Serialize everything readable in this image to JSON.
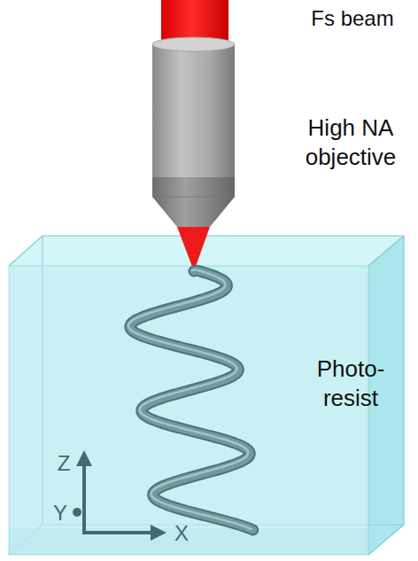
{
  "diagram": {
    "labels": [
      "Fs beam",
      "High NA objective",
      "Photo- resist",
      "Z",
      "Y",
      "X"
    ]
  }
}
